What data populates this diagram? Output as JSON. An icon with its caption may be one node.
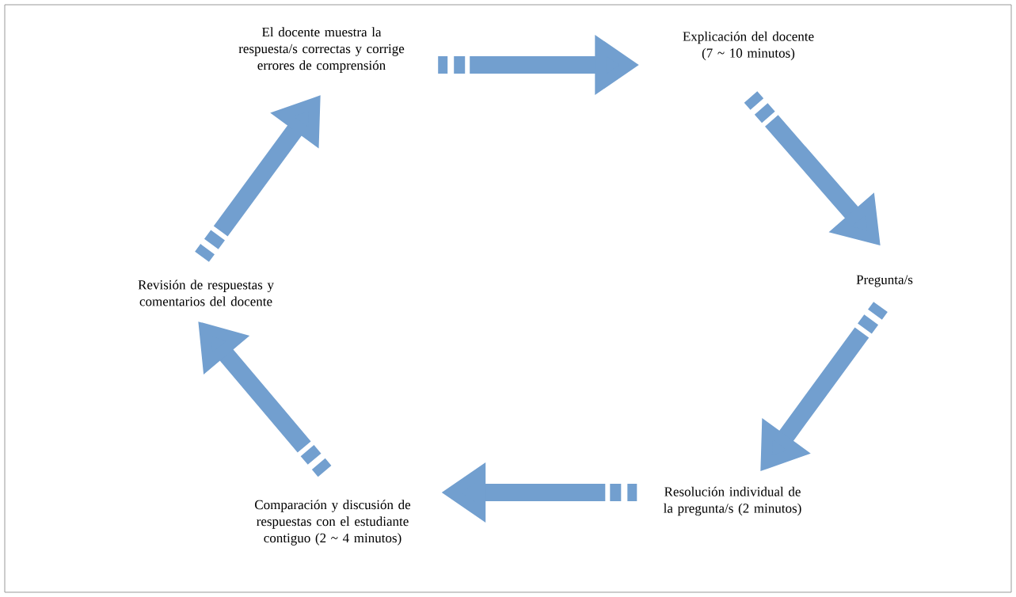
{
  "diagram": {
    "nodes": [
      {
        "text": [
          "El docente muestra la respuesta/s correctas y corrige errores de comprensión"
        ]
      },
      {
        "text": [
          "Explicación del docente (7 ~ 10 minutos)"
        ]
      },
      {
        "text": [
          "Pregunta/s"
        ]
      },
      {
        "text": [
          "Resolución individual de la pregunta/s (2 minutos)"
        ]
      },
      {
        "text": [
          "Comparación y discusión de respuestas con el estudiante contiguo (2 ~ 4 minutos)"
        ]
      },
      {
        "text": [
          "Revisión de respuestas y comentarios del docente"
        ]
      }
    ],
    "edges": [
      {
        "from": 0,
        "to": 1,
        "arrow": "to"
      },
      {
        "from": 1,
        "to": 2,
        "arrow": "to"
      },
      {
        "from": 2,
        "to": 3,
        "arrow": "to"
      },
      {
        "from": 3,
        "to": 4,
        "arrow": "to"
      },
      {
        "from": 4,
        "to": 5,
        "arrow": "to"
      },
      {
        "from": 5,
        "to": 0,
        "arrow": "to"
      }
    ]
  }
}
